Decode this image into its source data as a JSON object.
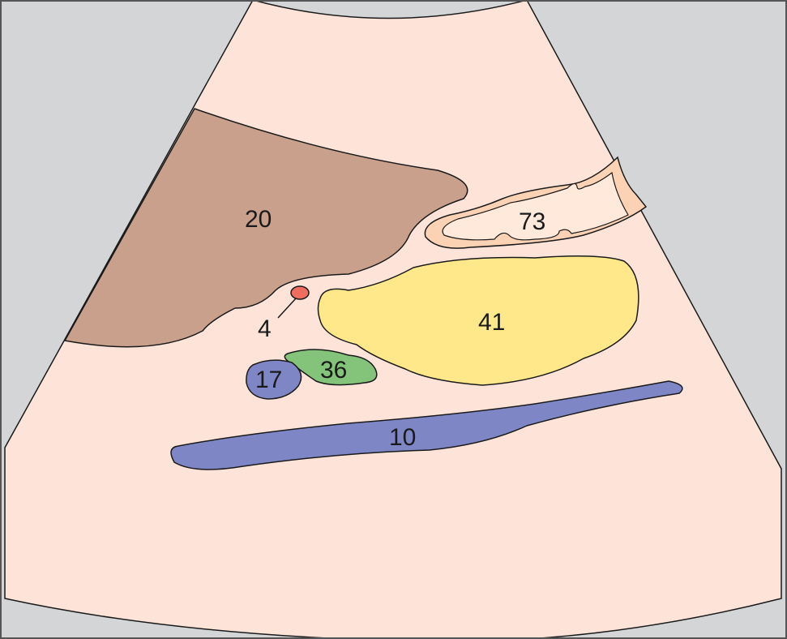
{
  "colors": {
    "background": "#d4d5d7",
    "fan": "#fde3d8",
    "outline": "#1a1a1a",
    "structure_20": "#c8a08c",
    "structure_73": "#fbd2b4",
    "structure_73_inner": "#fee9da",
    "structure_41": "#ffe88a",
    "structure_36": "#84c47a",
    "structure_17": "#7e86c5",
    "structure_10": "#7e86c5",
    "structure_4": "#ee6d5f"
  },
  "labels": {
    "l20": "20",
    "l73": "73",
    "l41": "41",
    "l4": "4",
    "l36": "36",
    "l17": "17",
    "l10": "10"
  }
}
